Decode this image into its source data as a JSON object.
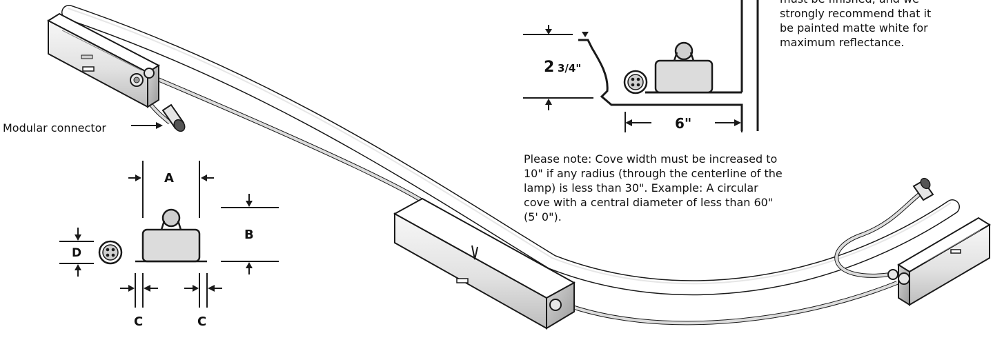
{
  "labels": {
    "modular_connector": "Modular connector",
    "dim_a": "A",
    "dim_b": "B",
    "dim_c_left": "C",
    "dim_c_right": "C",
    "dim_d": "D",
    "height_whole": "2",
    "height_fraction": "3/4\"",
    "width": "6\""
  },
  "notes": {
    "side_note": "must be finished, and we\nstrongly recommend that it\nbe painted matte white for\nmaximum reflectance.",
    "cove_note": "Please note:  Cove width must be increased to\n10\" if any radius (through the centerline of the\nlamp) is less than 30\".   Example:  A circular\ncove with a central diameter of less than 60\"\n(5' 0\")."
  },
  "colors": {
    "line": "#1a1a1a",
    "housing_light": "#f2f2f2",
    "housing_shade": "#c9c9c9",
    "tube": "#ffffff",
    "cable": "#d9d9d9"
  }
}
